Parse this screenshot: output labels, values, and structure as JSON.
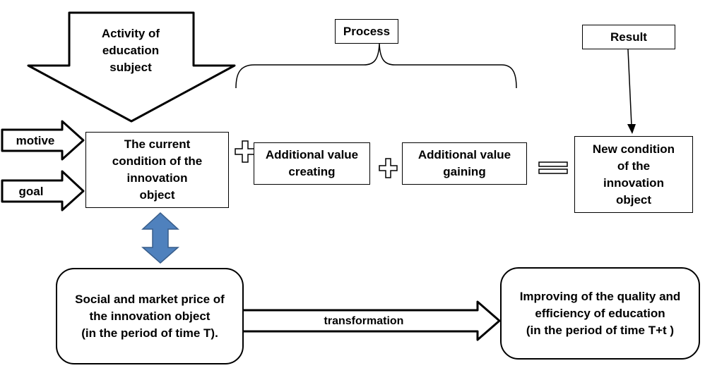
{
  "diagram": {
    "activity_label": "Activity of\neducation\nsubject",
    "process_label": "Process",
    "result_label": "Result",
    "motive_label": "motive",
    "goal_label": "goal",
    "current_condition": "The current\ncondition  of the\ninnovation\nobject",
    "value_creating": "Additional value\ncreating",
    "value_gaining": "Additional value\ngaining",
    "new_condition": "New condition\nof the\ninnovation\nobject",
    "social_price": "Social and market price of\nthe innovation object\n(in the period of time T).",
    "improving": "Improving of the quality and\nefficiency of education\n(in the period of time T+t )",
    "transformation_label": "transformation",
    "colors": {
      "double_arrow": "#4F81BD",
      "stroke": "#000000"
    }
  }
}
